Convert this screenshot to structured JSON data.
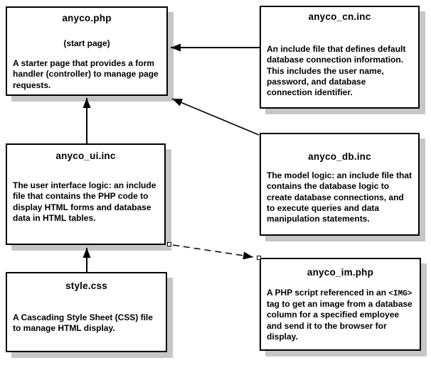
{
  "diagram": {
    "boxes": [
      {
        "id": "anyco.php",
        "title": "anyco.php",
        "subtitle": "(start page)",
        "body": "A starter page that provides a form handler (controller) to manage page requests."
      },
      {
        "id": "anyco_cn.inc",
        "title": "anyco_cn.inc",
        "body": "An include file that defines default database connection information. This includes the user name, password, and database connection identifier."
      },
      {
        "id": "anyco_ui.inc",
        "title": "anyco_ui.inc",
        "body": "The user interface logic: an include file that contains the PHP code to display HTML forms and database data in HTML tables."
      },
      {
        "id": "anyco_db.inc",
        "title": "anyco_db.inc",
        "body": "The model logic: an include file that contains the database logic to create database connections, and to execute queries and data manipulation statements."
      },
      {
        "id": "style.css",
        "title": "style.css",
        "body": "A Cascading Style Sheet (CSS) file to manage HTML display."
      },
      {
        "id": "anyco_im.php",
        "title": "anyco_im.php",
        "body_parts": [
          {
            "text": "A PHP script referenced in an "
          },
          {
            "text": "<IMG>",
            "mono": true
          },
          {
            "text": " tag to get an image from a database column for a specified employee and send it to the browser for display."
          }
        ]
      }
    ],
    "connections": [
      {
        "from": "anyco_cn.inc",
        "to": "anyco.php",
        "line": "solid"
      },
      {
        "from": "anyco_db.inc",
        "to": "anyco.php",
        "line": "solid"
      },
      {
        "from": "anyco_ui.inc",
        "to": "anyco.php",
        "line": "solid"
      },
      {
        "from": "style.css",
        "to": "anyco_ui.inc",
        "line": "solid"
      },
      {
        "from": "anyco_ui.inc",
        "to": "anyco_im.php",
        "line": "dashed"
      }
    ],
    "colors": {
      "background": "#ffffff",
      "box_fill": "#ffffff",
      "box_border": "#000000",
      "line": "#000000",
      "shadow": "#c6c6c6"
    }
  }
}
